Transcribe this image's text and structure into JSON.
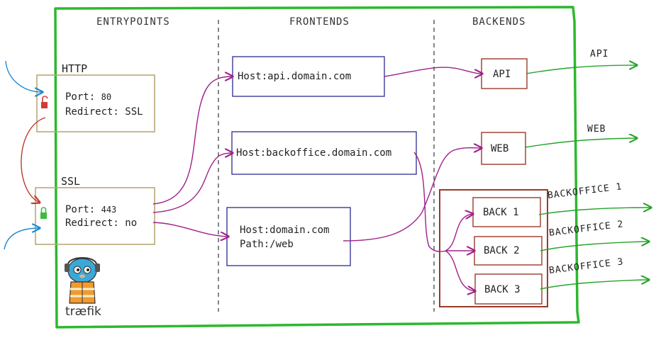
{
  "sections": {
    "entrypoints": "ENTRYPOINTS",
    "frontends": "FRONTENDS",
    "backends": "BACKENDS"
  },
  "entrypoints": {
    "http": {
      "name": "HTTP",
      "port_label": "Port:",
      "port_value": "80",
      "redirect": "Redirect: SSL"
    },
    "ssl": {
      "name": "SSL",
      "port_label": "Port:",
      "port_value": "443",
      "redirect": "Redirect: no"
    }
  },
  "frontends": {
    "api": "Host:api.domain.com",
    "backoffice": "Host:backoffice.domain.com",
    "web_host": "Host:domain.com",
    "web_path": "Path:/web"
  },
  "backends": {
    "api": "API",
    "web": "WEB",
    "back1": "BACK 1",
    "back2": "BACK 2",
    "back3": "BACK 3"
  },
  "outputs": {
    "api": "API",
    "web": "WEB",
    "backoffice1": "BACKOFFICE 1",
    "backoffice2": "BACKOFFICE 2",
    "backoffice3": "BACKOFFICE 3"
  },
  "logo": {
    "text": "træfik"
  },
  "colors": {
    "border": "#2db82d",
    "frontend_box": "#3a3a9a",
    "entry_box": "#b8a878",
    "backend_box": "#9a3a2a",
    "route": "#a0208a",
    "out_arrow": "#27a32b",
    "in_arrow": "#1e88d0",
    "redirect": "#c0392b"
  }
}
